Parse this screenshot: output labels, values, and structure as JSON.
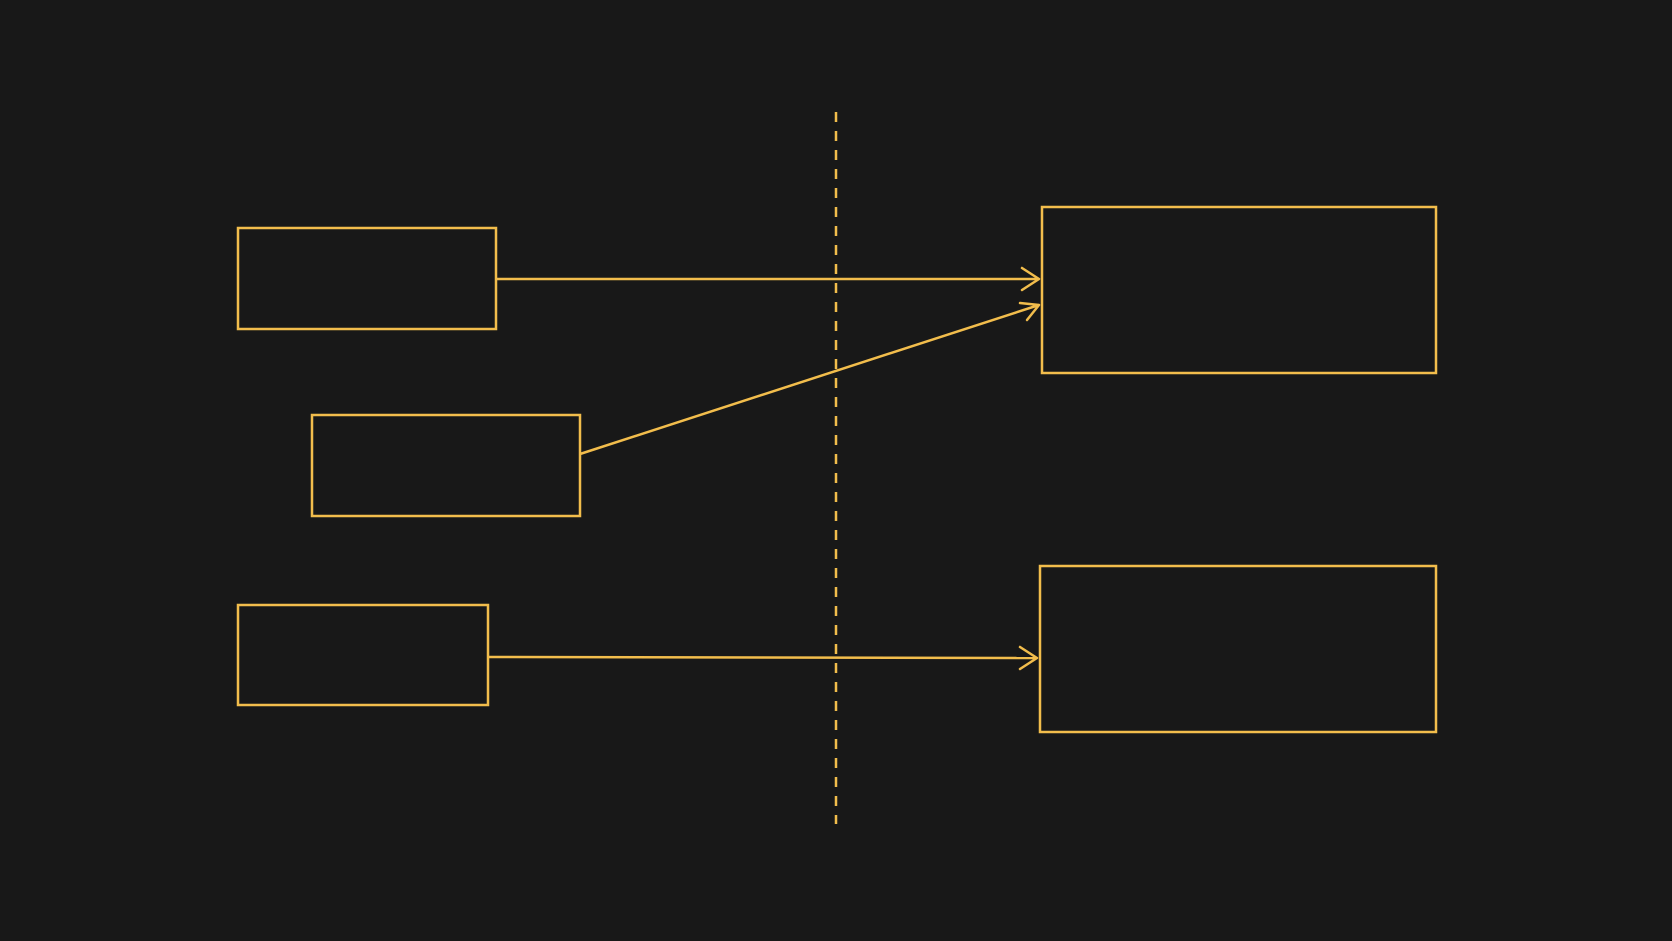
{
  "colors": {
    "background": "#181818",
    "stroke": "#f2bd4c"
  },
  "diagram": {
    "source_boxes": [
      {
        "id": "source-box-1",
        "label": ""
      },
      {
        "id": "source-box-2",
        "label": ""
      },
      {
        "id": "source-box-3",
        "label": ""
      }
    ],
    "target_boxes": [
      {
        "id": "target-box-1",
        "label": ""
      },
      {
        "id": "target-box-2",
        "label": ""
      }
    ],
    "connections": [
      {
        "from": "source-box-1",
        "to": "target-box-1"
      },
      {
        "from": "source-box-2",
        "to": "target-box-1"
      },
      {
        "from": "source-box-3",
        "to": "target-box-2"
      }
    ],
    "divider": {
      "style": "dashed"
    }
  }
}
